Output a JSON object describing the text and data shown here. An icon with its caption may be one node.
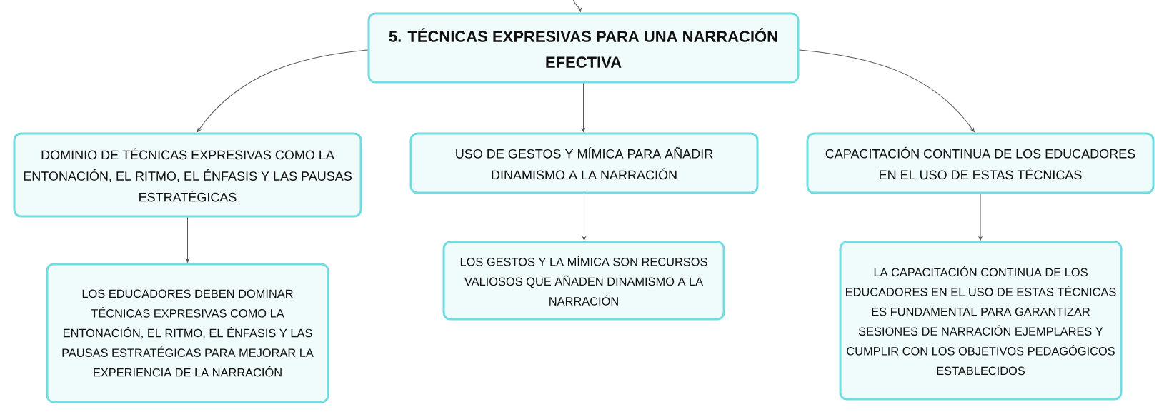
{
  "diagram": {
    "nodes": [
      {
        "text": [
          "5. TÉCNICAS EXPRESIVAS PARA UNA NARRACIÓN EFECTIVA"
        ]
      },
      {
        "text": [
          "DOMINIO DE TÉCNICAS EXPRESIVAS COMO LA ENTONACIÓN, EL RITMO, EL ÉNFASIS Y LAS PAUSAS ESTRATÉGICAS"
        ]
      },
      {
        "text": [
          "USO DE GESTOS Y MÍMICA PARA AÑADIR DINAMISMO A LA NARRACIÓN"
        ]
      },
      {
        "text": [
          "CAPACITACIÓN CONTINUA DE LOS EDUCADORES EN EL USO DE ESTAS TÉCNICAS"
        ]
      },
      {
        "text": [
          "LOS EDUCADORES DEBEN DOMINAR TÉCNICAS EXPRESIVAS COMO LA ENTONACIÓN, EL RITMO, EL ÉNFASIS Y LAS PAUSAS ESTRATÉGICAS PARA MEJORAR LA EXPERIENCIA DE LA NARRACIÓN"
        ]
      },
      {
        "text": [
          "LOS GESTOS Y LA MÍMICA SON RECURSOS VALIOSOS QUE AÑADEN DINAMISMO A LA NARRACIÓN"
        ]
      },
      {
        "text": [
          "LA CAPACITACIÓN CONTINUA DE LOS EDUCADORES EN EL USO DE ESTAS TÉCNICAS ES FUNDAMENTAL PARA GARANTIZAR SESIONES DE NARRACIÓN EJEMPLARES Y CUMPLIR CON LOS OBJETIVOS PEDAGÓGICOS ESTABLECIDOS"
        ]
      }
    ],
    "edges": [
      {
        "from": null,
        "to": 0,
        "arrow": "to"
      },
      {
        "from": 0,
        "to": 1,
        "arrow": "to"
      },
      {
        "from": 0,
        "to": 2,
        "arrow": "to"
      },
      {
        "from": 0,
        "to": 3,
        "arrow": "to"
      },
      {
        "from": 1,
        "to": 4,
        "arrow": "to"
      },
      {
        "from": 2,
        "to": 5,
        "arrow": "to"
      },
      {
        "from": 3,
        "to": 6,
        "arrow": "to"
      }
    ]
  }
}
